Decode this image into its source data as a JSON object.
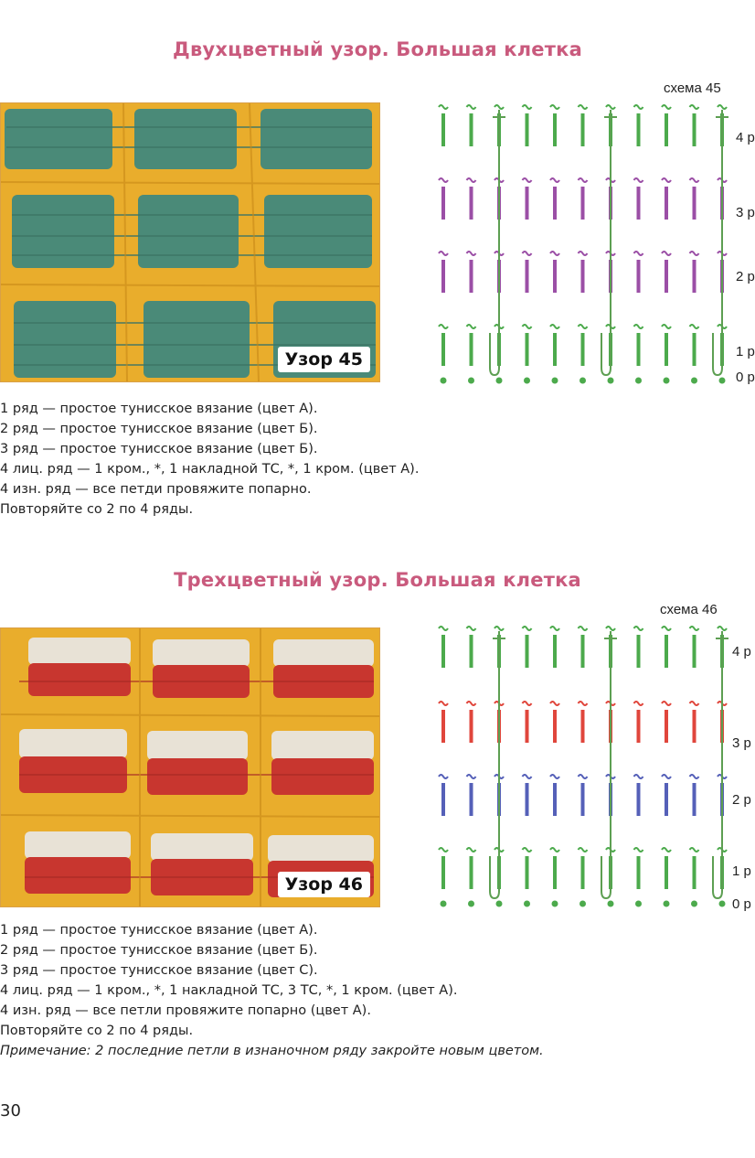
{
  "sections": [
    {
      "title": "Двухцветный узор. Большая клетка",
      "pattern_label": "Узор 45",
      "scheme_label": "схема 45",
      "row_labels": [
        "4 р",
        "3 р",
        "2 р",
        "1 р",
        "0 р"
      ],
      "row_colors": [
        "#4caa4c",
        "#9b4fa6",
        "#9b4fa6",
        "#4caa4c"
      ],
      "photo_colors": {
        "frame": "#e9ad2c",
        "cell": "#4a8a78"
      },
      "instructions": [
        "1 ряд — простое тунисское вязание (цвет А).",
        "2 ряд — простое тунисское вязание (цвет Б).",
        "3 ряд — простое тунисское вязание (цвет Б).",
        "4 лиц. ряд — 1 кром., *, 1 накладной ТС, *, 1 кром. (цвет А).",
        "4 изн. ряд — все петди провяжите попарно.",
        "Повторяйте со 2 по 4 ряды."
      ]
    },
    {
      "title": "Трехцветный узор. Большая клетка",
      "pattern_label": "Узор 46",
      "scheme_label": "схема 46",
      "row_labels": [
        "4 р",
        "3 р",
        "2 р",
        "1 р",
        "0 р"
      ],
      "row_colors": [
        "#4caa4c",
        "#e0463c",
        "#5560b8",
        "#4caa4c"
      ],
      "photo_colors": {
        "frame": "#e9ad2c",
        "cell_top": "#e8e2d6",
        "cell_bottom": "#c8362f"
      },
      "instructions": [
        "1 ряд — простое тунисское вязание (цвет А).",
        "2 ряд — простое тунисское вязание (цвет Б).",
        "3 ряд — простое тунисское вязание (цвет С).",
        "4 лиц. ряд — 1 кром., *, 1 накладной ТС, 3 ТС, *, 1 кром. (цвет А).",
        "4 изн. ряд — все петли провяжите попарно (цвет А).",
        "Повторяйте со 2 по 4 ряды."
      ],
      "note": "Примечание: 2 последние  петли в изнаночном ряду закройте новым цветом."
    }
  ],
  "page_number": "30"
}
